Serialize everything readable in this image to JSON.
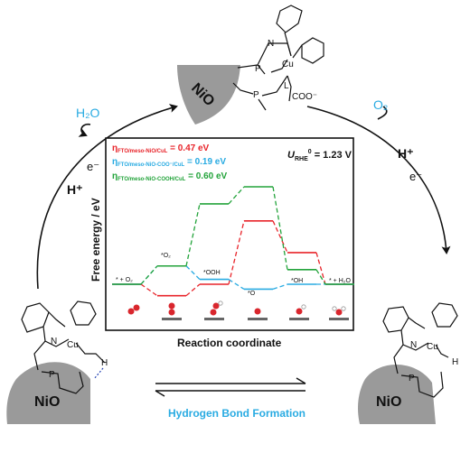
{
  "cycle": {
    "h2o": "H₂O",
    "o2": "O₂",
    "eminus_left": "e⁻",
    "hplus_left": "H⁺",
    "hplus_right": "H⁺",
    "eminus_right": "e⁻"
  },
  "substrate": {
    "label": "NiO"
  },
  "molecule": {
    "cu": "Cu",
    "n": "N",
    "p": "P",
    "o": "O",
    "l": "L",
    "coo_minus": "COO⁻",
    "h": "H"
  },
  "bottom": {
    "hbond_label": "Hydrogen Bond Formation"
  },
  "chart": {
    "ylabel": "Free energy / eV",
    "xlabel": "Reaction coordinate",
    "urhe_text": "U",
    "urhe_sub": "RHE",
    "urhe_sup": "0",
    "urhe_value": " = 1.23 V",
    "legend": [
      {
        "eta": "η",
        "sub": "FTO/meso-NiO/CuL",
        "value": " = 0.47 eV",
        "color": "#e8242a"
      },
      {
        "eta": "η",
        "sub": "FTO/meso-NiO-COO⁻/CuL",
        "value": " = 0.19 eV",
        "color": "#29abe2"
      },
      {
        "eta": "η",
        "sub": "FTO/meso-NiO-COOH/CuL",
        "value": " = 0.60 eV",
        "color": "#22a33a"
      }
    ],
    "state_labels": [
      "* + O₂",
      "*O₂",
      "*OOH",
      "*O",
      "*OH",
      "* + H₂O"
    ]
  },
  "chart_data": {
    "type": "line",
    "xlabel": "Reaction coordinate",
    "ylabel": "Free energy / eV",
    "categories": [
      "* + O₂",
      "*O₂",
      "*OOH",
      "*O",
      "*OH",
      "* + H₂O"
    ],
    "series": [
      {
        "name": "FTO/meso-NiO/CuL",
        "color": "#e8242a",
        "values": [
          0.0,
          -0.47,
          0.0,
          2.6,
          1.3,
          0.0
        ]
      },
      {
        "name": "FTO/meso-NiO-COO⁻/CuL",
        "color": "#29abe2",
        "values": [
          0.0,
          0.75,
          0.2,
          -0.2,
          0.0,
          0.0
        ]
      },
      {
        "name": "FTO/meso-NiO-COOH/CuL",
        "color": "#22a33a",
        "values": [
          0.0,
          0.75,
          3.3,
          4.0,
          0.6,
          0.0
        ]
      }
    ],
    "annotation": "U_RHE^0 = 1.23 V"
  }
}
